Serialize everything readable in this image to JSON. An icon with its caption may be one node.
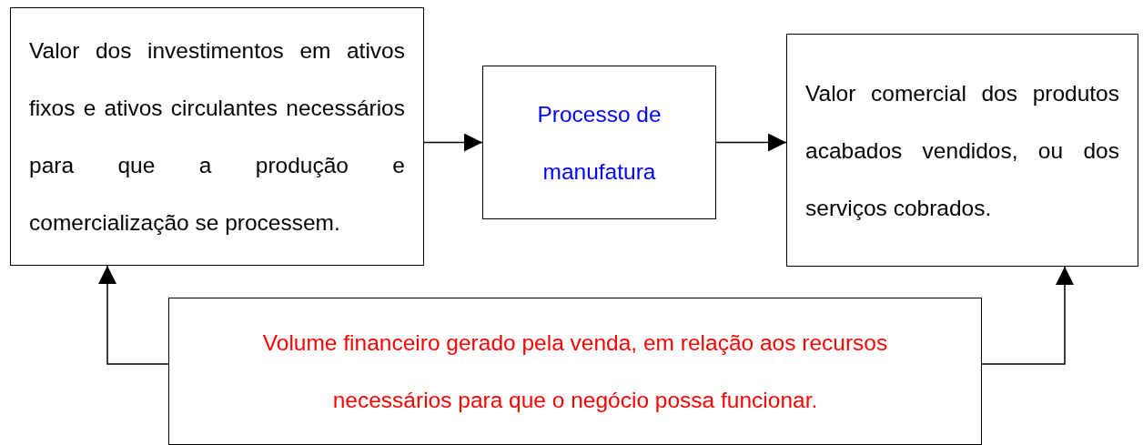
{
  "diagram": {
    "nodes": [
      {
        "text": [
          "Valor dos investimentos em ativos fixos e ativos circulantes necessários para que a produção e comercialização se processem."
        ]
      },
      {
        "text": [
          "Processo de manufatura"
        ]
      },
      {
        "text": [
          "Valor comercial dos produtos acabados vendidos, ou dos serviços cobrados."
        ]
      },
      {
        "text": [
          "Volume financeiro gerado pela venda, em relação aos recursos necessários para que o negócio possa funcionar."
        ]
      }
    ],
    "edges": [
      {
        "from": 0,
        "to": 1,
        "arrow": "to"
      },
      {
        "from": 1,
        "to": 2,
        "arrow": "to"
      },
      {
        "from": 3,
        "to": 0,
        "arrow": "to"
      },
      {
        "from": 3,
        "to": 2,
        "arrow": "to"
      }
    ]
  }
}
